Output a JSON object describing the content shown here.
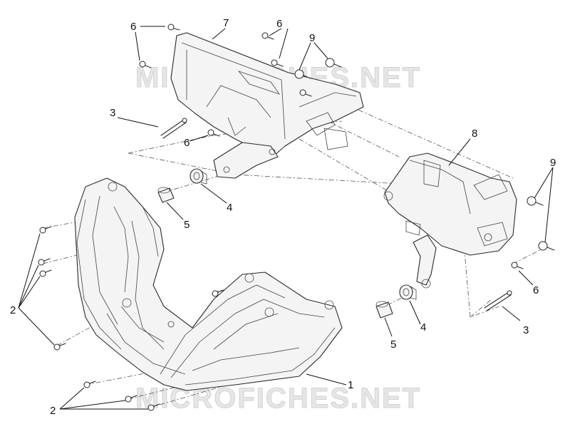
{
  "watermark": {
    "top_text": "MICROFICHES.NET",
    "bottom_text": "MICROFICHES.NET"
  },
  "callouts": {
    "c1": "1",
    "c2a": "2",
    "c2b": "2",
    "c3a": "3",
    "c3b": "3",
    "c4a": "4",
    "c4b": "4",
    "c5a": "5",
    "c5b": "5",
    "c6a": "6",
    "c6b": "6",
    "c6c": "6",
    "c6d": "6",
    "c7": "7",
    "c8": "8",
    "c9a": "9",
    "c9b": "9"
  }
}
